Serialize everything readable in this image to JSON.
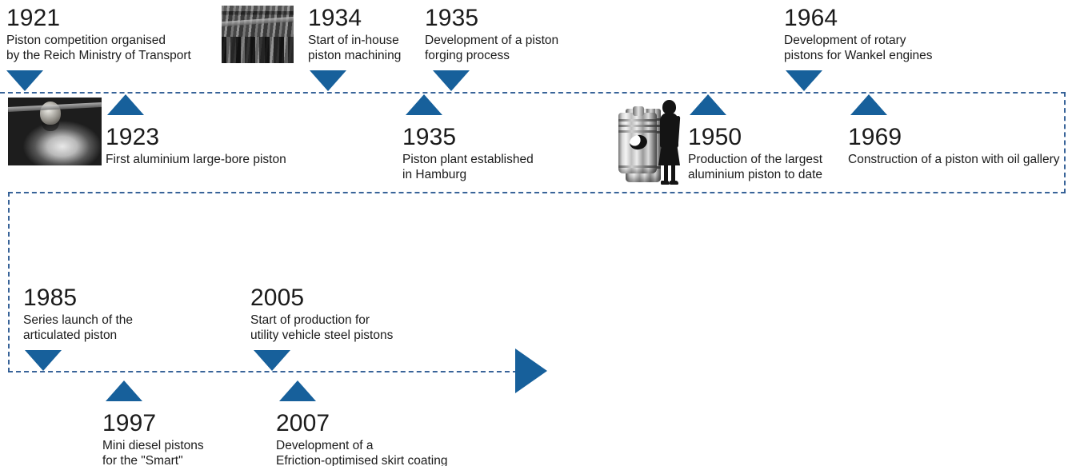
{
  "meta": {
    "title": "Piston development timeline",
    "accent_color": "#17609b",
    "rail_color": "#2f5c94",
    "text_color": "#1b1b1b",
    "background_color": "#ffffff"
  },
  "band1": {
    "above": [
      {
        "year": "1921",
        "desc": "Piston competition organised\nby the Reich Ministry of Transport",
        "marker": "triangle-down"
      },
      {
        "year": "1934",
        "desc": "Start of in-house\npiston machining",
        "marker": "triangle-down"
      },
      {
        "year": "1935",
        "desc": "Development of a piston\nforging process",
        "marker": "triangle-down"
      },
      {
        "year": "1964",
        "desc": "Development of rotary\npistons for Wankel engines",
        "marker": "triangle-down"
      }
    ],
    "below": [
      {
        "year": "1923",
        "desc": "First aluminium large-bore piston",
        "marker": "triangle-up"
      },
      {
        "year": "1935",
        "desc": "Piston plant established\nin Hamburg",
        "marker": "triangle-up"
      },
      {
        "year": "1950",
        "desc": "Production of the largest\naluminium piston to date",
        "marker": "triangle-up"
      },
      {
        "year": "1969",
        "desc": "Construction of a piston with oil gallery",
        "marker": "triangle-up"
      }
    ]
  },
  "band2": {
    "above": [
      {
        "year": "1985",
        "desc": "Series launch of the\narticulated piston",
        "marker": "triangle-down"
      },
      {
        "year": "2005",
        "desc": "Start of production for\nutility vehicle steel pistons",
        "marker": "triangle-down"
      }
    ],
    "below": [
      {
        "year": "1997",
        "desc": "Mini diesel pistons\nfor the \"Smart\"",
        "marker": "triangle-up"
      },
      {
        "year": "2007",
        "desc": "Development of a\nEfriction-optimised skirt coating",
        "marker": "triangle-up"
      }
    ],
    "end_marker": "triangle-right-arrowhead"
  },
  "images": [
    {
      "name": "factory-hall-photo",
      "caption_year": "1921"
    },
    {
      "name": "lathe-worker-photo",
      "caption_year": "1923"
    },
    {
      "name": "large-piston-with-woman-illustration",
      "caption_year": "1950"
    },
    {
      "name": "piston-photo",
      "caption_year": "1935"
    }
  ]
}
